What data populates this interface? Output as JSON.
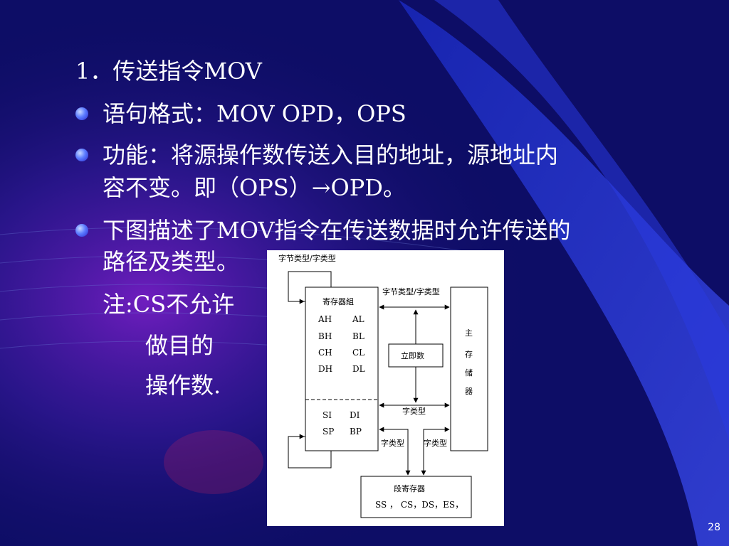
{
  "slide": {
    "heading": "1．传送指令MOV",
    "bullets": [
      {
        "lines": [
          "语句格式：MOV  OPD，OPS"
        ]
      },
      {
        "lines": [
          "功能：将源操作数传送入目的地址，源地址内",
          "容不变。即（OPS）→OPD。"
        ]
      },
      {
        "lines": [
          "下图描述了MOV指令在传送数据时允许传送的",
          "路径及类型。"
        ]
      }
    ],
    "note_lines": [
      "注:CS不允许",
      "做目的",
      "操作数."
    ],
    "page_number": "28"
  },
  "diagram": {
    "label_top_loop": "字节类型/字类型",
    "register_group": {
      "title": "寄存器組",
      "pairs": [
        [
          "AH",
          "AL"
        ],
        [
          "BH",
          "BL"
        ],
        [
          "CH",
          "CL"
        ],
        [
          "DH",
          "DL"
        ]
      ],
      "index_pairs": [
        [
          "SI",
          "DI"
        ],
        [
          "SP",
          "BP"
        ]
      ]
    },
    "label_reg_mem": "字节类型/字类型",
    "immediate": "立即数",
    "main_memory": [
      "主",
      "存",
      "储",
      "器"
    ],
    "label_word_type": "字类型",
    "label_word_type_left": "字类型",
    "label_word_type_right": "字类型",
    "segment_registers": {
      "title": "段寄存器",
      "list": "SS ， CS，DS，ES，"
    }
  },
  "colors": {
    "background": "#0c0c5e",
    "text": "#ffffff",
    "bullet": "#4a6cff"
  }
}
